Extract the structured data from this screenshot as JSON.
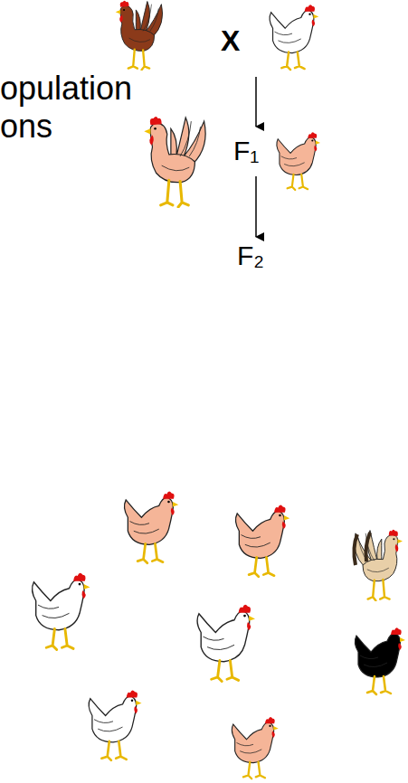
{
  "diagram": {
    "labels": [
      "X",
      "opulation",
      "ons",
      "F₁",
      "F₂"
    ]
  }
}
